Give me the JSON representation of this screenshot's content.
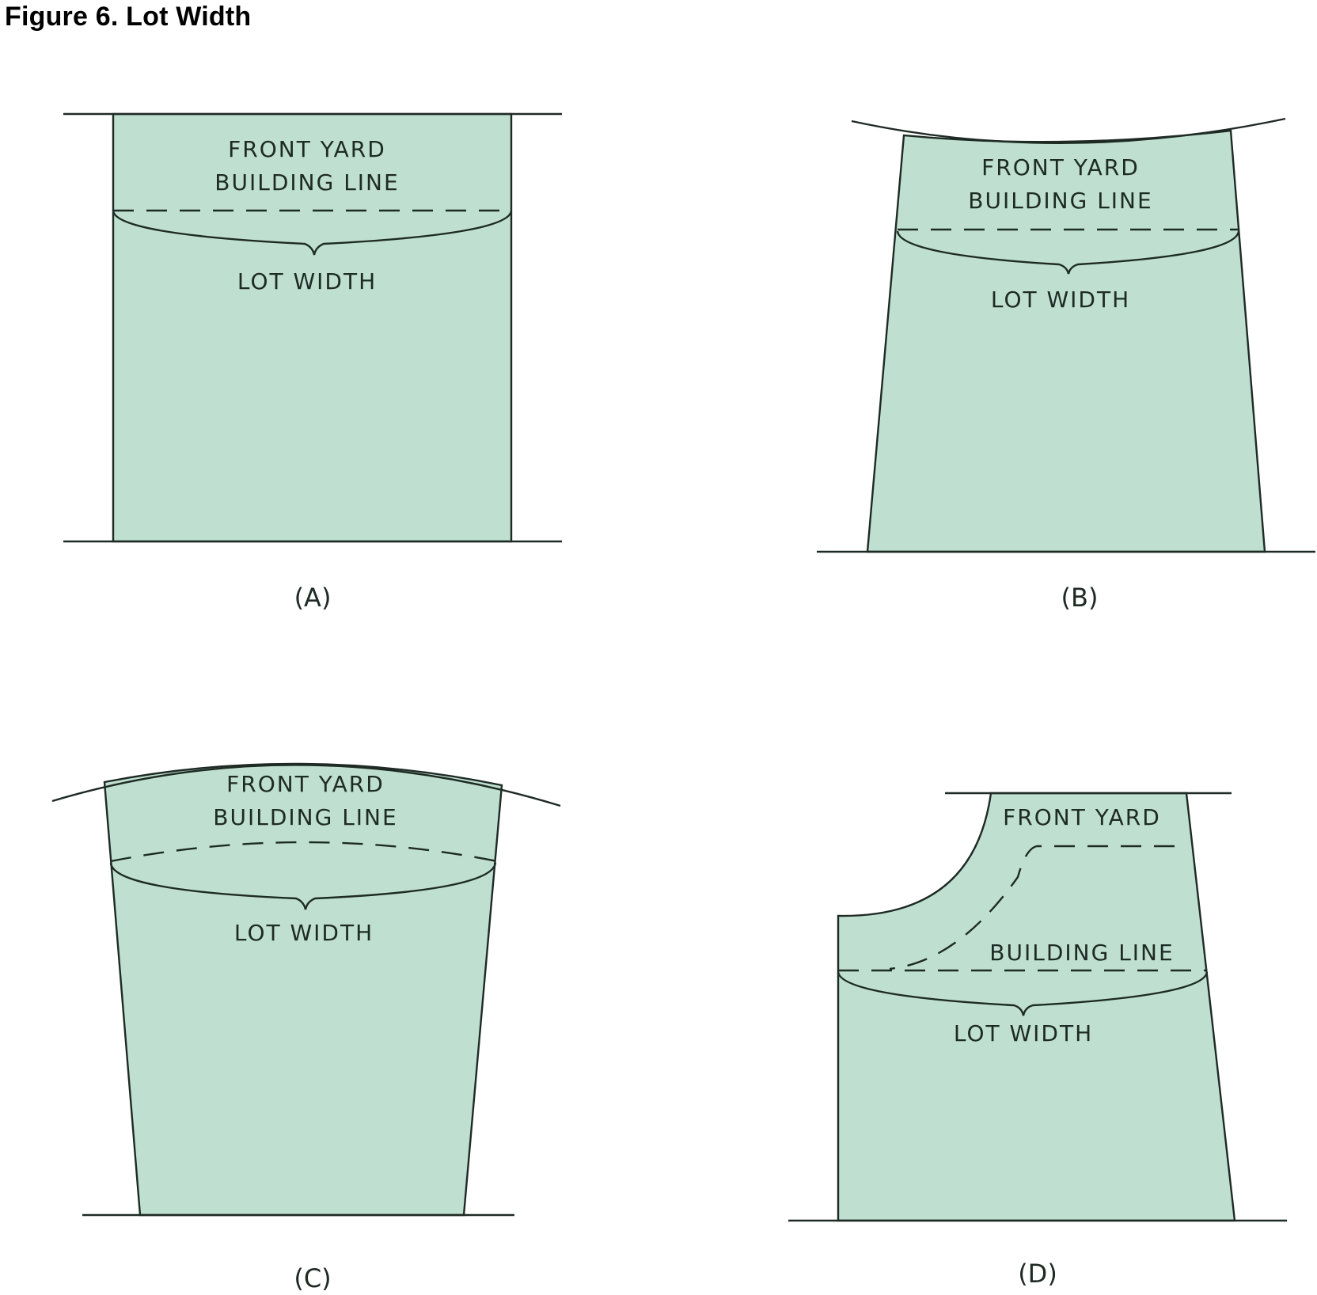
{
  "figure": {
    "title": "Figure 6. Lot Width"
  },
  "panels": {
    "a": {
      "front_yard": "FRONT YARD",
      "building_line": "BUILDING LINE",
      "lot_width": "LOT WIDTH",
      "caption": "(A)"
    },
    "b": {
      "front_yard": "FRONT YARD",
      "building_line": "BUILDING LINE",
      "lot_width": "LOT WIDTH",
      "caption": "(B)"
    },
    "c": {
      "front_yard": "FRONT YARD",
      "building_line": "BUILDING LINE",
      "lot_width": "LOT WIDTH",
      "caption": "(C)"
    },
    "d": {
      "front_yard": "FRONT YARD",
      "building_line": "BUILDING LINE",
      "lot_width": "LOT WIDTH",
      "caption": "(D)"
    }
  },
  "colors": {
    "lot_fill": "#bfe0d0",
    "line": "#1e2a24"
  }
}
